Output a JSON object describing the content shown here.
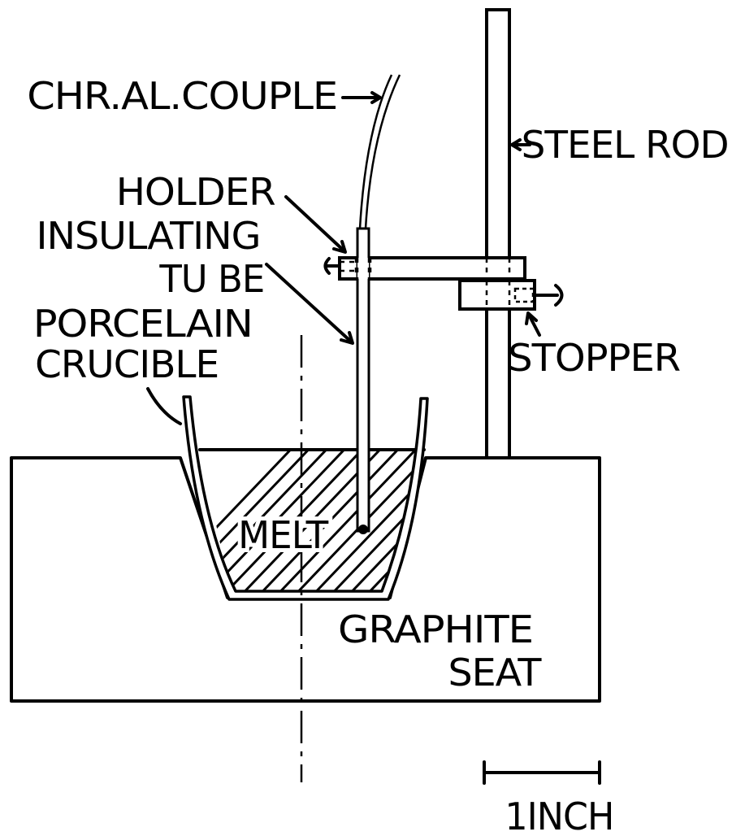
{
  "labels": {
    "thermocouple": "CHR.AL.COUPLE",
    "steel_rod": "STEEL ROD",
    "holder": "HOLDER",
    "insulating_line1": "INSULATING",
    "insulating_line2": "TU BE",
    "porcelain_line1": "PORCELAIN",
    "porcelain_line2": "CRUCIBLE",
    "stopper": "STOPPER",
    "melt": "MELT",
    "graphite_line1": "GRAPHITE",
    "graphite_line2": "SEAT",
    "scale": "1INCH"
  }
}
